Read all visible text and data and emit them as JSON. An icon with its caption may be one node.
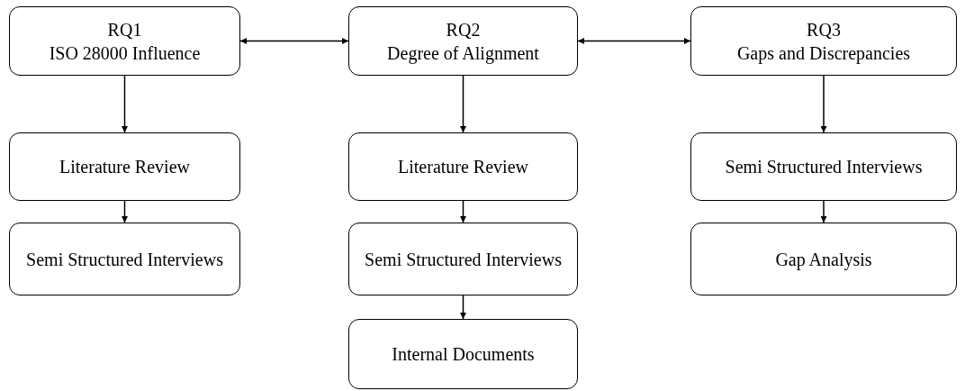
{
  "diagram": {
    "nodes": [
      {
        "text": [
          "RQ1",
          "ISO 28000 Influence"
        ]
      },
      {
        "text": [
          "RQ2",
          "Degree of Alignment"
        ]
      },
      {
        "text": [
          "RQ3",
          "Gaps and Discrepancies"
        ]
      },
      {
        "text": [
          "Literature Review"
        ]
      },
      {
        "text": [
          "Literature Review"
        ]
      },
      {
        "text": [
          "Semi Structured Interviews"
        ]
      },
      {
        "text": [
          "Semi Structured Interviews"
        ]
      },
      {
        "text": [
          "Semi Structured Interviews"
        ]
      },
      {
        "text": [
          "Gap Analysis"
        ]
      },
      {
        "text": [
          "Internal Documents"
        ]
      }
    ],
    "edges": [
      {
        "from": 0,
        "to": 1,
        "arrow": "both"
      },
      {
        "from": 1,
        "to": 2,
        "arrow": "both"
      },
      {
        "from": 0,
        "to": 3,
        "arrow": "to"
      },
      {
        "from": 1,
        "to": 4,
        "arrow": "to"
      },
      {
        "from": 2,
        "to": 5,
        "arrow": "to"
      },
      {
        "from": 3,
        "to": 6,
        "arrow": "to"
      },
      {
        "from": 4,
        "to": 7,
        "arrow": "to"
      },
      {
        "from": 5,
        "to": 8,
        "arrow": "to"
      },
      {
        "from": 7,
        "to": 9,
        "arrow": "to"
      }
    ]
  }
}
